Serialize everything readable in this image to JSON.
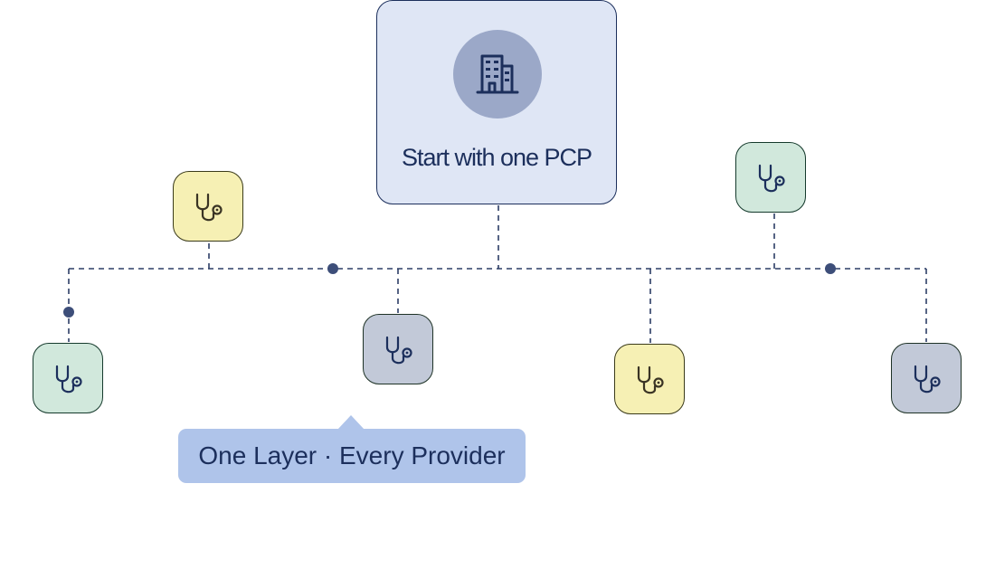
{
  "hub": {
    "label": "Start with one PCP",
    "icon": "building-icon"
  },
  "providers": [
    {
      "name": "provider-node-1",
      "color": "yellow",
      "icon": "stethoscope-icon"
    },
    {
      "name": "provider-node-2",
      "color": "green",
      "icon": "stethoscope-icon"
    },
    {
      "name": "provider-node-3",
      "color": "green",
      "icon": "stethoscope-icon"
    },
    {
      "name": "provider-node-4",
      "color": "gray",
      "icon": "stethoscope-icon"
    },
    {
      "name": "provider-node-5",
      "color": "yellow",
      "icon": "stethoscope-icon"
    },
    {
      "name": "provider-node-6",
      "color": "gray",
      "icon": "stethoscope-icon"
    }
  ],
  "callout": {
    "label": "One Layer · Every Provider"
  },
  "colors": {
    "navy": "#1c2f5c",
    "hub_fill": "#dfe6f5",
    "hub_circle": "#9ba8c8",
    "yellow": "#f6f0b4",
    "green": "#d1e8dc",
    "gray": "#c2c9d8",
    "callout": "#afc4ea",
    "connector": "#2c3d66",
    "junction_dot": "#3d4e79"
  }
}
